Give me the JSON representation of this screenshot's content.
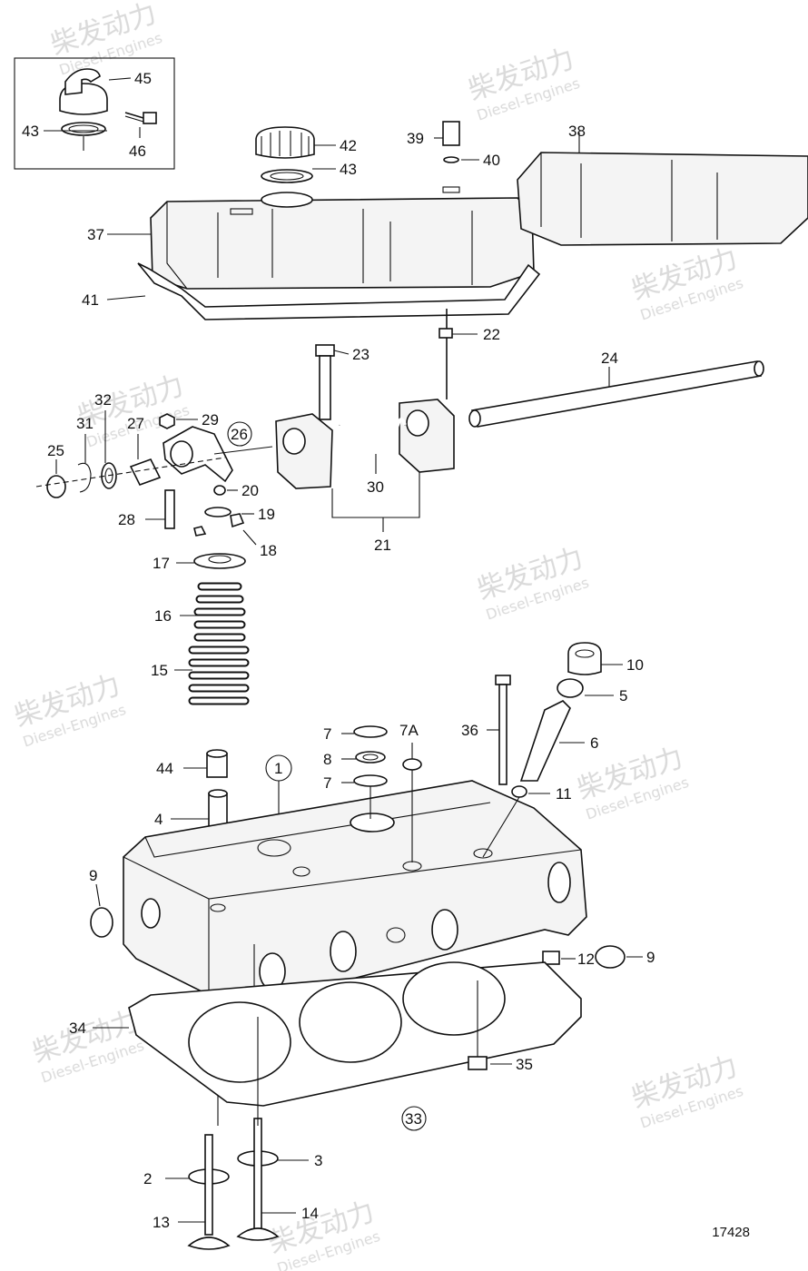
{
  "watermark": {
    "brand_cn": "柴发动力",
    "brand_en": "Diesel-Engines"
  },
  "drawing_number": "17428",
  "callouts": {
    "c1": "1",
    "c2": "2",
    "c3": "3",
    "c4": "4",
    "c5": "5",
    "c6": "6",
    "c7a": "7",
    "c7b": "7",
    "c7A": "7A",
    "c8": "8",
    "c9a": "9",
    "c9b": "9",
    "c10": "10",
    "c11": "11",
    "c12": "12",
    "c13": "13",
    "c14": "14",
    "c15": "15",
    "c16": "16",
    "c17": "17",
    "c18": "18",
    "c19": "19",
    "c20": "20",
    "c21": "21",
    "c22": "22",
    "c23": "23",
    "c24": "24",
    "c25": "25",
    "c26": "26",
    "c27": "27",
    "c28": "28",
    "c29": "29",
    "c30": "30",
    "c31": "31",
    "c32": "32",
    "c33": "33",
    "c34": "34",
    "c35": "35",
    "c36": "36",
    "c37": "37",
    "c38": "38",
    "c39": "39",
    "c40": "40",
    "c41": "41",
    "c42": "42",
    "c43a": "43",
    "c43b": "43",
    "c44": "44",
    "c45": "45",
    "c46": "46"
  }
}
